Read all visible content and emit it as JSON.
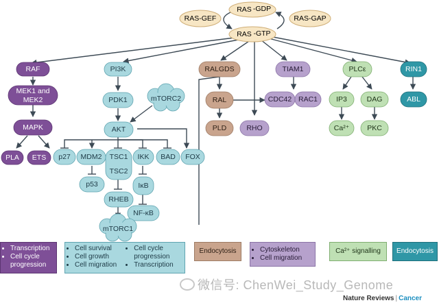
{
  "nodes": {
    "ras_gdp": "RAS",
    "ras_gdp_suffix": "-GDP",
    "ras_gtp": "RAS",
    "ras_gtp_suffix": "-GTP",
    "ras_gef": "RAS-GEF",
    "ras_gap": "RAS-GAP",
    "raf": "RAF",
    "mek1": "MEK1 and",
    "mek2": "MEK2",
    "mapk": "MAPK",
    "pla": "PLA",
    "ets": "ETS",
    "pi3k": "PI3K",
    "pdk1": "PDK1",
    "mtorc2": "mTORC2",
    "akt": "AKT",
    "p27": "p27",
    "mdm2": "MDM2",
    "p53": "p53",
    "tsc1": "TSC1",
    "tsc2": "TSC2",
    "rheb": "RHEB",
    "mtorc1": "mTORC1",
    "ikk": "IKK",
    "ikb": "IκB",
    "nfkb": "NF-κB",
    "bad": "BAD",
    "fox": "FOX",
    "ralgds": "RALGDS",
    "ral": "RAL",
    "pld": "PLD",
    "rho": "RHO",
    "tiam1": "TIAM1",
    "cdc42": "CDC42",
    "rac1": "RAC1",
    "plce": "PLCε",
    "ip3": "IP3",
    "dag": "DAG",
    "ca": "Ca²⁺",
    "pkc": "PKC",
    "rin1": "RIN1",
    "abl": "ABL"
  },
  "legend": {
    "transcription": [
      "Transcription",
      "Cell cycle progression"
    ],
    "survival_col1": [
      "Cell survival",
      "Cell growth",
      "Cell migration"
    ],
    "survival_col2": [
      "Cell cycle progression",
      "Transcription"
    ],
    "endocytosis_1": "Endocytosis",
    "cytoskeleton": [
      "Cytoskeleton",
      "Cell migration"
    ],
    "ca_signalling": "Ca²⁺ signalling",
    "endocytosis_2": "Endocytosis"
  },
  "watermark": "微信号: ChenWei_Study_Genome",
  "credit": {
    "journal": "Nature Reviews",
    "separator": "|",
    "section": "Cancer"
  },
  "colors": {
    "ras": "#f7e6c4",
    "raf_path": "#7e4f97",
    "pi3k_path": "#a9d8df",
    "ralgds_path": "#c9a48d",
    "tiam1_path": "#b6a1cc",
    "plce_path": "#bfe0b4",
    "rin1_path": "#2f97a6"
  }
}
